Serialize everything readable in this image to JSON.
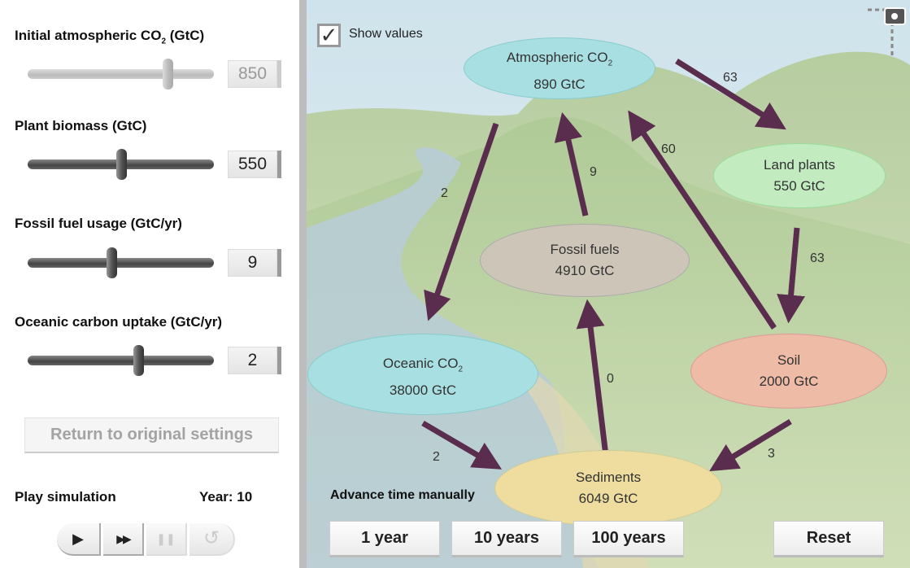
{
  "controls": [
    {
      "label": "Initial atmospheric CO",
      "label_sub": "2",
      "label_suffix": " (GtC)",
      "value": "850",
      "fraction": 0.75,
      "disabled": true
    },
    {
      "label": "Plant biomass (GtC)",
      "value": "550",
      "fraction": 0.5,
      "disabled": false
    },
    {
      "label": "Fossil fuel usage (GtC/yr)",
      "value": "9",
      "fraction": 0.45,
      "disabled": false
    },
    {
      "label": "Oceanic carbon uptake (GtC/yr)",
      "value": "2",
      "fraction": 0.6,
      "disabled": false
    }
  ],
  "return_label": "Return to original settings",
  "play_label": "Play simulation",
  "year_label": "Year: 10",
  "playback": {
    "play": "▶",
    "fast": "▶▶",
    "pause": "❚❚",
    "reset": "↺"
  },
  "show_values_label": "Show values",
  "show_values_checked": true,
  "nodes": {
    "atm": {
      "name": "Atmospheric CO",
      "sub": "2",
      "value": "890 GtC"
    },
    "land": {
      "name": "Land plants",
      "value": "550 GtC"
    },
    "fossil": {
      "name": "Fossil fuels",
      "value": "4910 GtC"
    },
    "ocean": {
      "name": "Oceanic CO",
      "sub": "2",
      "value": "38000 GtC"
    },
    "soil": {
      "name": "Soil",
      "value": "2000 GtC"
    },
    "sed": {
      "name": "Sediments",
      "value": "6049 GtC"
    }
  },
  "flows": {
    "atm_land": "63",
    "land_soil": "63",
    "soil_atm": "60",
    "fossil_atm": "9",
    "atm_ocean": "2",
    "ocean_sed": "2",
    "soil_sed": "3",
    "sed_fossil": "0"
  },
  "advance_label": "Advance time manually",
  "buttons": {
    "one": "1 year",
    "ten": "10 years",
    "hundred": "100 years",
    "reset": "Reset"
  },
  "colors": {
    "arrow": "#5a2d4e",
    "atm": "#a8dfe2",
    "land": "#c2ebc0",
    "fossil": "#cdc6b8",
    "ocean": "#a8dfe2",
    "soil": "#eebba6",
    "sed": "#eedd9f"
  }
}
